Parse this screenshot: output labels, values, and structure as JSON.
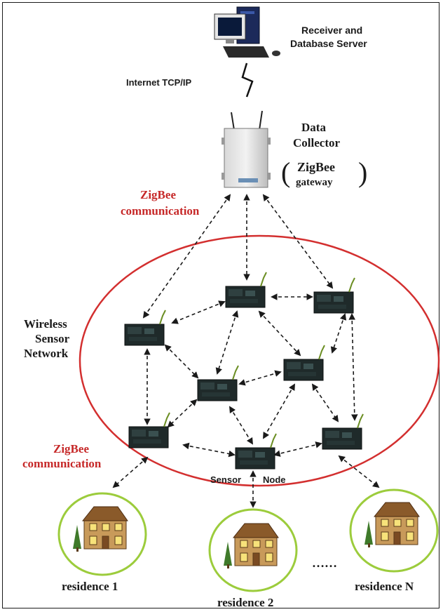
{
  "server": {
    "label_line1": "Receiver and",
    "label_line2": "Database  Server"
  },
  "link": {
    "label": "Internet TCP/IP"
  },
  "collector": {
    "label_line1": "Data",
    "label_line2": "Collector",
    "paren_open": "(",
    "paren_close": ")",
    "gateway_line1": "ZigBee",
    "gateway_line2": "gateway"
  },
  "zigbee_top": {
    "line1": "ZigBee",
    "line2": "communication"
  },
  "zigbee_bottom": {
    "line1": "ZigBee",
    "line2": "communication"
  },
  "wsn": {
    "line1": "Wireless",
    "line2": "Sensor",
    "line3": "Network"
  },
  "node_label": {
    "word1": "Sensor",
    "word2": "Node"
  },
  "residences": [
    {
      "label": "residence 1"
    },
    {
      "label": "residence 2"
    },
    {
      "label": "residence N"
    }
  ],
  "ellipsis": "……",
  "colors": {
    "ellipse": "#d32f2f",
    "residence_circle": "#9ccc3c",
    "zigbee_text": "#c62828",
    "arrows": "#1a1a1a"
  }
}
